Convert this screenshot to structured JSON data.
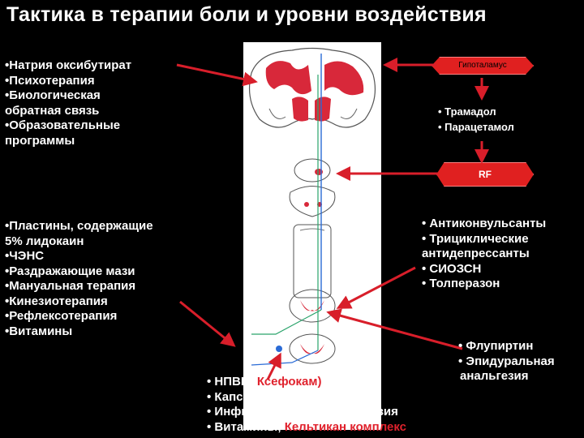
{
  "title": "Тактика в терапии боли и уровни воздействия",
  "left_top": {
    "items": [
      "•Натрия оксибутират",
      "•Психотерапия",
      "•Биологическая",
      "обратная связь",
      "•Образовательные",
      "программы"
    ]
  },
  "right_top": {
    "hypothalamus_label": "Гипоталамус",
    "items": [
      "• Трамадол",
      "• Парацетамол"
    ],
    "rf_label": "RF"
  },
  "left_mid": {
    "items": [
      "•Пластины, содержащие",
      " 5% лидокаин",
      "•ЧЭНС",
      "•Раздражающие мази",
      "•Мануальная терапия",
      "•Кинезиотерапия",
      "•Рефлексотерапия",
      "•Витамины"
    ]
  },
  "right_mid": {
    "items": [
      "• Антиконвульсанты",
      "• Трициклические",
      "антидепрессанты",
      "• СИОЗСН",
      "• Толперазон"
    ]
  },
  "right_low": {
    "items": [
      "• Флупиртин",
      "• Эпидуральная",
      "анальгезия"
    ]
  },
  "bottom": {
    "line1_prefix": "• НПВП (",
    "line1_red": "Ксефокам)",
    "line2": "• Капсаицин",
    "line3": "• Инфильтрационная анестезия",
    "line4_prefix": "• Витамины, ",
    "line4_red": "Кельтикан комплекс"
  },
  "colors": {
    "accent": "#e02020",
    "arrow": "#d81e2a",
    "background": "#000000",
    "text": "#ffffff"
  }
}
